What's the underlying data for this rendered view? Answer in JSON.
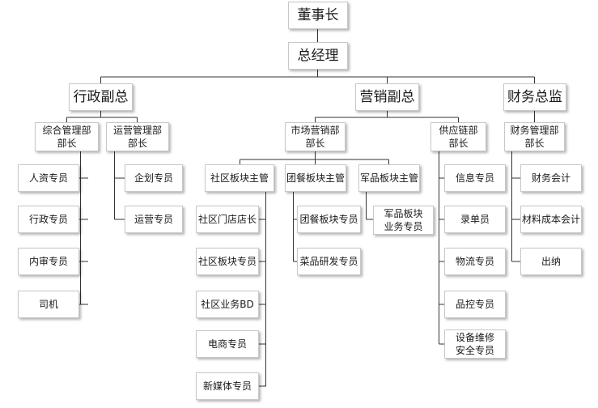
{
  "chairman": "董事长",
  "general_manager": "总经理",
  "admin_vp": {
    "title": "行政副总",
    "dept": [
      "综合管理部",
      "部长"
    ],
    "staff": [
      "人资专员",
      "行政专员",
      "内审专员",
      "司机"
    ],
    "ops_dept": [
      "运营管理部",
      "部长"
    ],
    "ops_staff": [
      "企划专员",
      "运营专员"
    ]
  },
  "marketing_vp": {
    "title": "营销副总",
    "dept": [
      "市场营销部",
      "部长"
    ],
    "community": {
      "head": "社区板块主管",
      "staff": [
        "社区门店店长",
        "社区板块专员",
        "社区业务BD",
        "电商专员",
        "新媒体专员"
      ]
    },
    "group_meal": {
      "head": "团餐板块主管",
      "staff": [
        "团餐板块专员",
        "菜品研发专员"
      ]
    },
    "military": {
      "head": "军品板块主管",
      "staff": [
        [
          "军品板块",
          "业务专员"
        ]
      ]
    },
    "supply_dept": [
      "供应链部",
      "部长"
    ],
    "supply_staff": [
      "信息专员",
      "录单员",
      "物流专员",
      "品控专员"
    ],
    "supply_staff_last": [
      "设备维修",
      "安全专员"
    ]
  },
  "finance_director": {
    "title": "财务总监",
    "dept": [
      "财务管理部",
      "部长"
    ],
    "staff": [
      "财务会计",
      "材料成本会计",
      "出纳"
    ]
  },
  "colors": {
    "line": "#333333",
    "border": "#c8c8c8",
    "text": "#1a1a1a"
  }
}
